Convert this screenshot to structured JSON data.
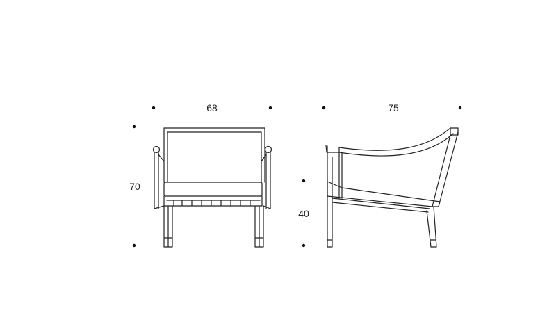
{
  "dimensions": {
    "front_width": "68",
    "front_height": "70",
    "side_depth": "75",
    "seat_height": "40"
  },
  "views": [
    "front-view",
    "side-view"
  ],
  "colors": {
    "line": "#222222",
    "background": "#ffffff"
  }
}
